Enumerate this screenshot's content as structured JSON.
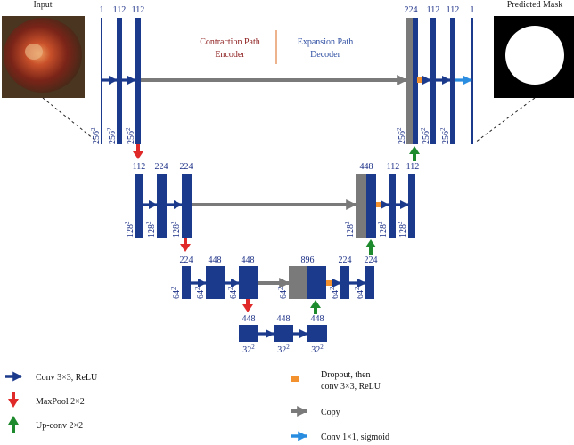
{
  "labels": {
    "input": "Input",
    "output": "Predicted Mask",
    "contraction_title": "Contraction Path",
    "contraction_sub": "Encoder",
    "expansion_title": "Expansion Path",
    "expansion_sub": "Decoder"
  },
  "colors": {
    "block": "#1b3a8c",
    "copy": "#7a7a7a",
    "maxpool": "#e02a2a",
    "upconv": "#1e8a2e",
    "dropout": "#f2912d",
    "conv1x1": "#2a8de0",
    "title_red": "#8b1a1a",
    "title_blue": "#2f4fa3"
  },
  "levels": {
    "l1": {
      "enc_channels": [
        "1",
        "112",
        "112"
      ],
      "dec_channels": [
        "224",
        "112",
        "112",
        "1"
      ],
      "dims": [
        "256",
        "256",
        "256",
        "256",
        "256",
        "256"
      ]
    },
    "l2": {
      "enc_channels": [
        "112",
        "224",
        "224"
      ],
      "dec_channels": [
        "448",
        "112",
        "112"
      ],
      "dims": [
        "128",
        "128",
        "128",
        "128",
        "128",
        "128"
      ]
    },
    "l3": {
      "enc_channels": [
        "224",
        "448",
        "448"
      ],
      "dec_channels": [
        "896",
        "224",
        "224"
      ],
      "dims": [
        "64",
        "64",
        "64",
        "64",
        "64",
        "64"
      ]
    },
    "l4": {
      "channels": [
        "448",
        "448",
        "448"
      ],
      "dims": [
        "32",
        "32",
        "32"
      ]
    }
  },
  "legend": {
    "conv": "Conv 3×3, ReLU",
    "maxpool": "MaxPool 2×2",
    "upconv": "Up-conv 2×2",
    "dropout_line1": "Dropout, then",
    "dropout_line2": "conv 3×3, ReLU",
    "copy": "Copy",
    "conv1x1": "Conv 1×1, sigmoid"
  }
}
